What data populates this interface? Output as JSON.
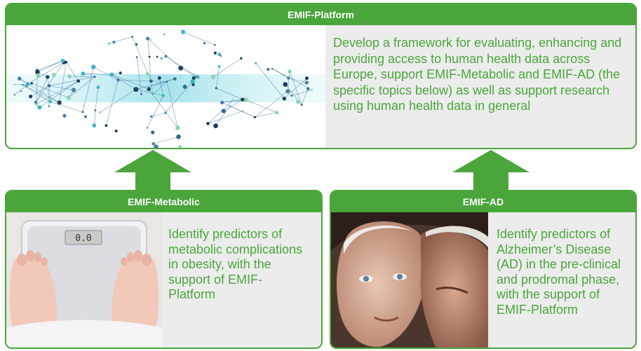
{
  "platform": {
    "title": "EMIF-Platform",
    "description": "Develop a framework for evaluating, enhancing and providing access to human health data across Europe, support EMIF-Metabolic and EMIF-AD (the specific topics below) as well as support research using human health data in general",
    "image_icon": "network-graph-icon"
  },
  "metabolic": {
    "title": "EMIF-Metabolic",
    "description": "Identify predictors of metabolic complications in obesity, with the support of EMIF-Platform",
    "image_icon": "bathroom-scale-icon",
    "scale_display": "0.0"
  },
  "ad": {
    "title": "EMIF-AD",
    "description": "Identify predictors of Alzheimer’s Disease (AD) in the pre-clinical and prodromal phase, with the support of EMIF-Platform",
    "image_icon": "elderly-couple-photo-icon"
  },
  "colors": {
    "accent": "#4aa63b",
    "panel_bg": "#ececec",
    "header_text": "#ffffff"
  }
}
